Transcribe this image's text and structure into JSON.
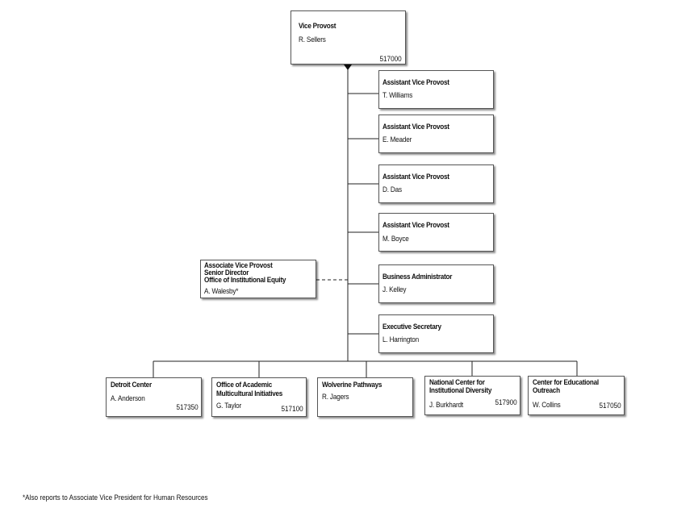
{
  "top": {
    "title": "Vice Provost",
    "name": "R. Sellers",
    "code": "517000"
  },
  "staff": [
    {
      "title": "Assistant Vice Provost",
      "name": "T. Williams"
    },
    {
      "title": "Assistant Vice Provost",
      "name": "E. Meader"
    },
    {
      "title": "Assistant Vice Provost",
      "name": "D. Das"
    },
    {
      "title": "Assistant Vice Provost",
      "name": "M. Boyce"
    },
    {
      "title": "Business Administrator",
      "name": "J. Kelley"
    },
    {
      "title": "Executive Secretary",
      "name": "L. Harrington"
    }
  ],
  "dotted": {
    "line1": "Associate Vice Provost",
    "line2": "Senior Director",
    "line3": "Office of Institutional Equity",
    "name": "A. Walesby*"
  },
  "units": [
    {
      "line1": "Detroit Center",
      "line2": "",
      "name": "A. Anderson",
      "code": "517350"
    },
    {
      "line1": "Office of Academic",
      "line2": "Multicultural Initiatives",
      "name": "G. Taylor",
      "code": "517100"
    },
    {
      "line1": "Wolverine Pathways",
      "line2": "",
      "name": "R. Jagers",
      "code": ""
    },
    {
      "line1": "National Center for",
      "line2": "Institutional Diversity",
      "name": "J. Burkhardt",
      "code": "517900"
    },
    {
      "line1": "Center for Educational",
      "line2": "Outreach",
      "name": "W. Collins",
      "code": "517050"
    }
  ],
  "footnote": "*Also reports to Associate Vice President for Human Resources"
}
